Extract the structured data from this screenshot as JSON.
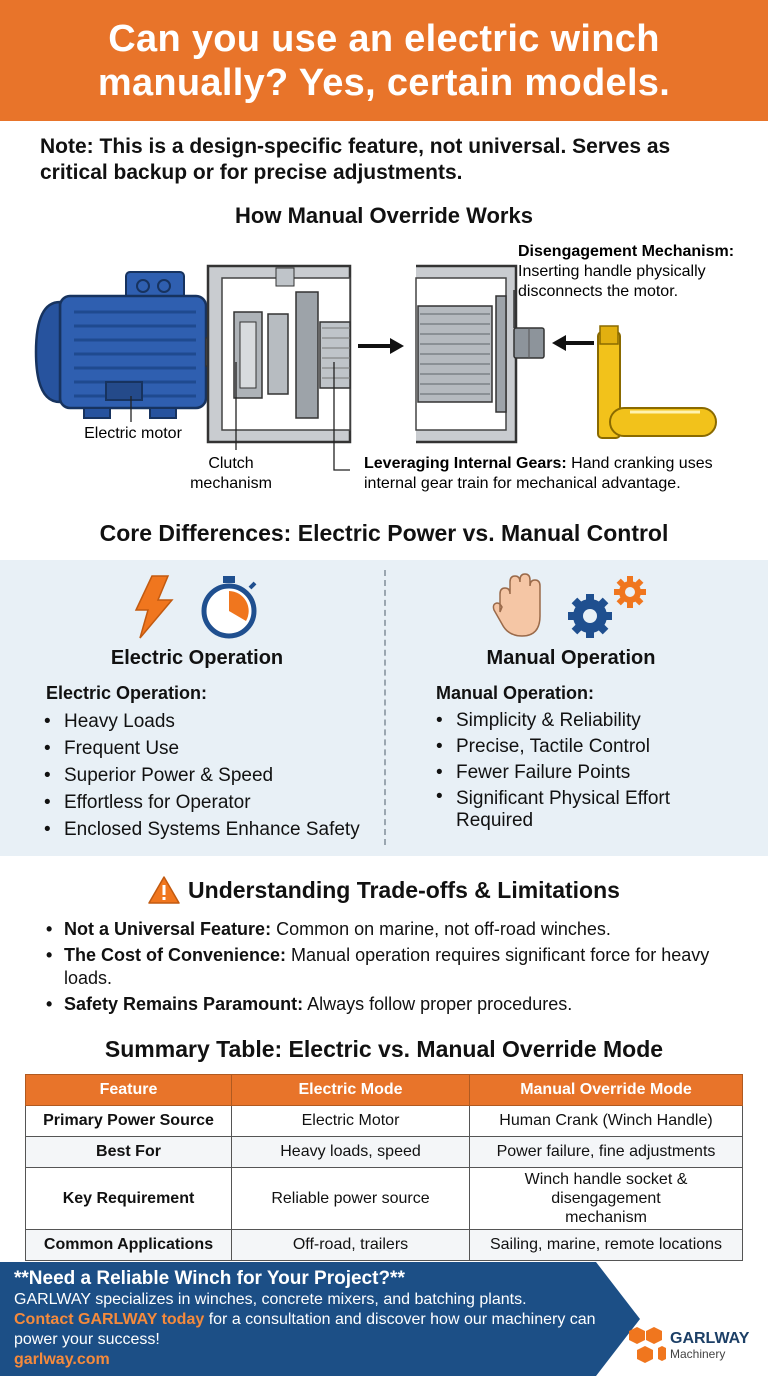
{
  "header": {
    "title_line1": "Can you use an electric winch",
    "title_line2": "manually? Yes, certain models."
  },
  "note": "Note: This is a design-specific feature, not universal. Serves as critical backup or for precise adjustments.",
  "diagram": {
    "title": "How Manual Override Works",
    "labels": {
      "motor": "Electric motor",
      "clutch_line1": "Clutch",
      "clutch_line2": "mechanism",
      "gears_bold": "Leveraging Internal Gears:",
      "gears_line1_rest": " Hand cranking uses",
      "gears_line2": "internal gear train for mechanical advantage.",
      "disengage_bold": "Disengagement Mechanism:",
      "disengage_line2": "Inserting handle physically",
      "disengage_line3": "disconnects the motor."
    },
    "colors": {
      "motor": "#2f5fb0",
      "housing": "#c9ccd0",
      "handle": "#f2c21b",
      "arrow": "#111111"
    }
  },
  "core": {
    "title": "Core Differences: Electric Power vs. Manual Control",
    "electric": {
      "title": "Electric Operation",
      "subtitle": "Electric Operation:",
      "icons": [
        "lightning-icon",
        "stopwatch-icon"
      ],
      "items": [
        "Heavy Loads",
        "Frequent Use",
        "Superior Power & Speed",
        "Effortless for Operator",
        "Enclosed Systems Enhance Safety"
      ]
    },
    "manual": {
      "title": "Manual Operation",
      "subtitle": "Manual Operation:",
      "icons": [
        "hand-icon",
        "gears-icon"
      ],
      "items": [
        "Simplicity & Reliability",
        "Precise, Tactile Control",
        "Fewer Failure Points",
        "Significant Physical Effort Required"
      ]
    }
  },
  "tradeoffs": {
    "title": "Understanding Trade-offs & Limitations",
    "items": [
      {
        "bold": "Not a Universal Feature:",
        "text": " Common on marine, not off-road winches."
      },
      {
        "bold": "The Cost of Convenience:",
        "text": " Manual operation requires significant force for heavy loads."
      },
      {
        "bold": "Safety Remains Paramount:",
        "text": " Always follow proper procedures."
      }
    ]
  },
  "summary": {
    "title": "Summary Table: Electric vs. Manual Override Mode",
    "headers": [
      "Feature",
      "Electric Mode",
      "Manual Override Mode"
    ],
    "rows": [
      [
        "Primary Power Source",
        "Electric Motor",
        "Human Crank (Winch Handle)"
      ],
      [
        "Best For",
        "Heavy loads, speed",
        "Power failure, fine adjustments"
      ],
      [
        "Key Requirement",
        "Reliable power source",
        "Winch handle socket & disengagement mechanism"
      ],
      [
        "Common Applications",
        "Off-road, trailers",
        "Sailing, marine, remote locations"
      ]
    ]
  },
  "footer": {
    "title": "**Need a Reliable Winch for Your Project?**",
    "line1": "GARLWAY specializes in winches, concrete mixers, and batching plants.",
    "cta_bold": "Contact GARLWAY today",
    "cta_rest": " for a consultation and discover how our machinery can power your success!",
    "site": "garlway.com",
    "brand_name": "GARLWAY",
    "brand_sub": "Machinery",
    "colors": {
      "bar": "#1c4f86",
      "accent": "#f58a3c"
    }
  }
}
